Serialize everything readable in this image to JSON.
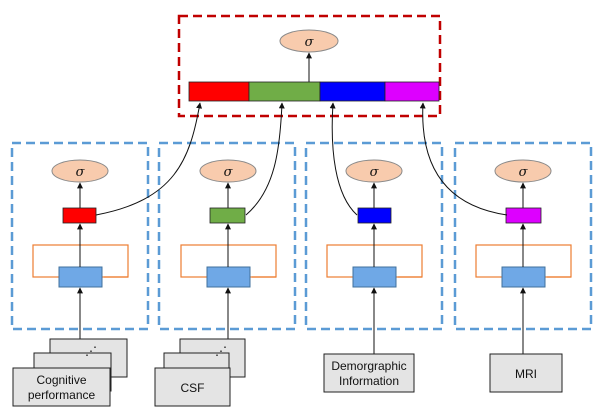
{
  "fusion": {
    "sigma": "σ",
    "segments": [
      {
        "name": "cognitive",
        "color": "#ff0000"
      },
      {
        "name": "csf",
        "color": "#70ad47"
      },
      {
        "name": "demographic",
        "color": "#0000ff"
      },
      {
        "name": "mri",
        "color": "#dd00ff"
      }
    ],
    "border_color": "#c00000"
  },
  "branches": [
    {
      "id": "cognitive",
      "sigma": "σ",
      "feature_color": "#ff0000",
      "input_label_1": "Cognitive",
      "input_label_2": "performance",
      "dots": "⋰"
    },
    {
      "id": "csf",
      "sigma": "σ",
      "feature_color": "#70ad47",
      "input_label_1": "CSF",
      "input_label_2": "",
      "dots": "⋰"
    },
    {
      "id": "demographic",
      "sigma": "σ",
      "feature_color": "#0000ff",
      "input_label_1": "Demorgraphic",
      "input_label_2": "Information",
      "dots": ""
    },
    {
      "id": "mri",
      "sigma": "σ",
      "feature_color": "#dd00ff",
      "input_label_1": "MRI",
      "input_label_2": "",
      "dots": ""
    }
  ],
  "colors": {
    "branch_border": "#5b9bd5",
    "sigma_fill": "#f8cbad",
    "sigma_stroke": "#8a8a8a",
    "rnn_fill": "#6fa8e6",
    "rnn_stroke": "#41719c",
    "loop": "#ed7d31",
    "input_fill": "#e4e4e4"
  }
}
